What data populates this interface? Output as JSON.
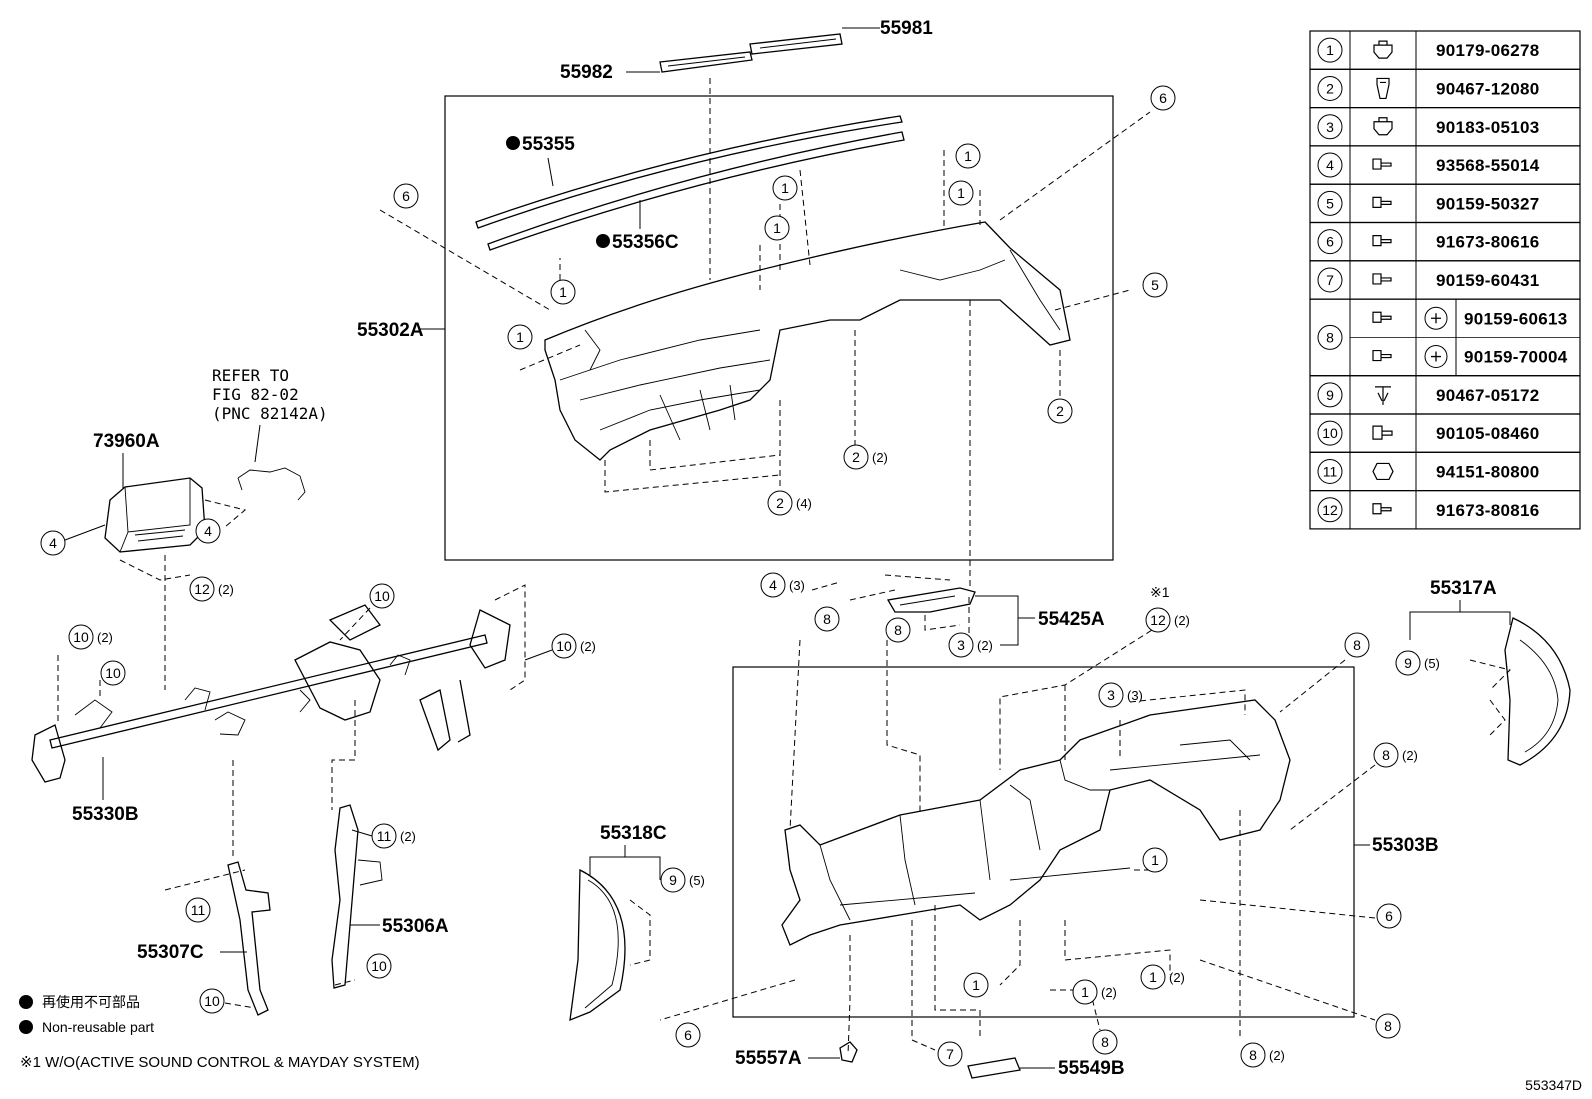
{
  "diagram_id": "553347D",
  "part_labels": {
    "p55981": "55981",
    "p55982": "55982",
    "p55355": "55355",
    "p55356C": "55356C",
    "p55302A": "55302A",
    "p73960A": "73960A",
    "p55330B": "55330B",
    "p55425A": "55425A",
    "p55317A": "55317A",
    "p55318C": "55318C",
    "p55303B": "55303B",
    "p55306A": "55306A",
    "p55307C": "55307C",
    "p55557A": "55557A",
    "p55549B": "55549B"
  },
  "reference_note": {
    "line1": "REFER TO",
    "line2": "FIG 82-02",
    "line3": "(PNC 82142A)"
  },
  "note_mark": "※1",
  "legend": {
    "nonreusable_jp": "再使用不可部品",
    "nonreusable_en": "Non-reusable part",
    "footnote": "※1 W/O(ACTIVE SOUND CONTROL & MAYDAY SYSTEM)"
  },
  "callouts": {
    "c1": "1",
    "c2": "2",
    "c3": "3",
    "c4": "4",
    "c5": "5",
    "c6": "6",
    "c7": "7",
    "c8": "8",
    "c9": "9",
    "c10": "10",
    "c11": "11",
    "c12": "12"
  },
  "quantities": {
    "q2": "(2)",
    "q3": "(3)",
    "q4": "(4)",
    "q5": "(5)"
  },
  "fastener_table": [
    {
      "ref": "1",
      "parts": [
        "90179-06278"
      ],
      "icon": "clip-nut-icon"
    },
    {
      "ref": "2",
      "parts": [
        "90467-12080"
      ],
      "icon": "clip-icon"
    },
    {
      "ref": "3",
      "parts": [
        "90183-05103"
      ],
      "icon": "clip-nut-icon"
    },
    {
      "ref": "4",
      "parts": [
        "93568-55014"
      ],
      "icon": "screw-icon"
    },
    {
      "ref": "5",
      "parts": [
        "90159-50327"
      ],
      "icon": "screw-icon"
    },
    {
      "ref": "6",
      "parts": [
        "91673-80616"
      ],
      "icon": "screw-icon"
    },
    {
      "ref": "7",
      "parts": [
        "90159-60431"
      ],
      "icon": "screw-icon"
    },
    {
      "ref": "8",
      "parts": [
        "90159-60613",
        "90159-70004"
      ],
      "icon": "screw-icon"
    },
    {
      "ref": "9",
      "parts": [
        "90467-05172"
      ],
      "icon": "push-clip-icon"
    },
    {
      "ref": "10",
      "parts": [
        "90105-08460"
      ],
      "icon": "bolt-icon"
    },
    {
      "ref": "11",
      "parts": [
        "94151-80800"
      ],
      "icon": "nut-icon"
    },
    {
      "ref": "12",
      "parts": [
        "91673-80816"
      ],
      "icon": "screw-icon"
    }
  ]
}
